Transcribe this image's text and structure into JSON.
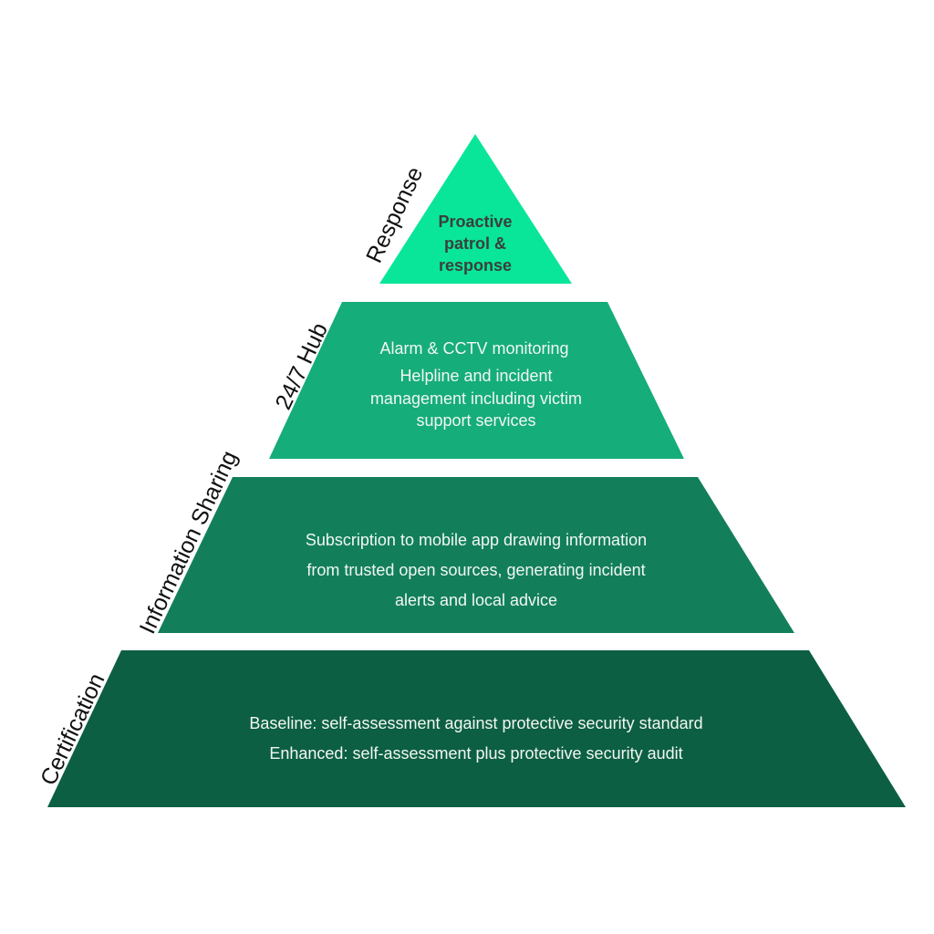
{
  "diagram": {
    "tiers": [
      {
        "label": "Response",
        "lines": [
          "Proactive",
          "patrol &",
          "response"
        ],
        "color": "#0ae699"
      },
      {
        "label": "24/7 Hub",
        "lines": [
          "Alarm & CCTV monitoring",
          "Helpline and incident",
          "management including victim",
          "support services"
        ],
        "color": "#15ad79"
      },
      {
        "label": "Information Sharing",
        "lines": [
          "Subscription to mobile app drawing information",
          "from trusted open sources, generating incident",
          "alerts and local advice"
        ],
        "color": "#127f5a"
      },
      {
        "label": "Certification",
        "lines": [
          "Baseline: self-assessment against protective security standard",
          "Enhanced: self-assessment plus protective security audit"
        ],
        "color": "#0c5f42"
      }
    ]
  }
}
